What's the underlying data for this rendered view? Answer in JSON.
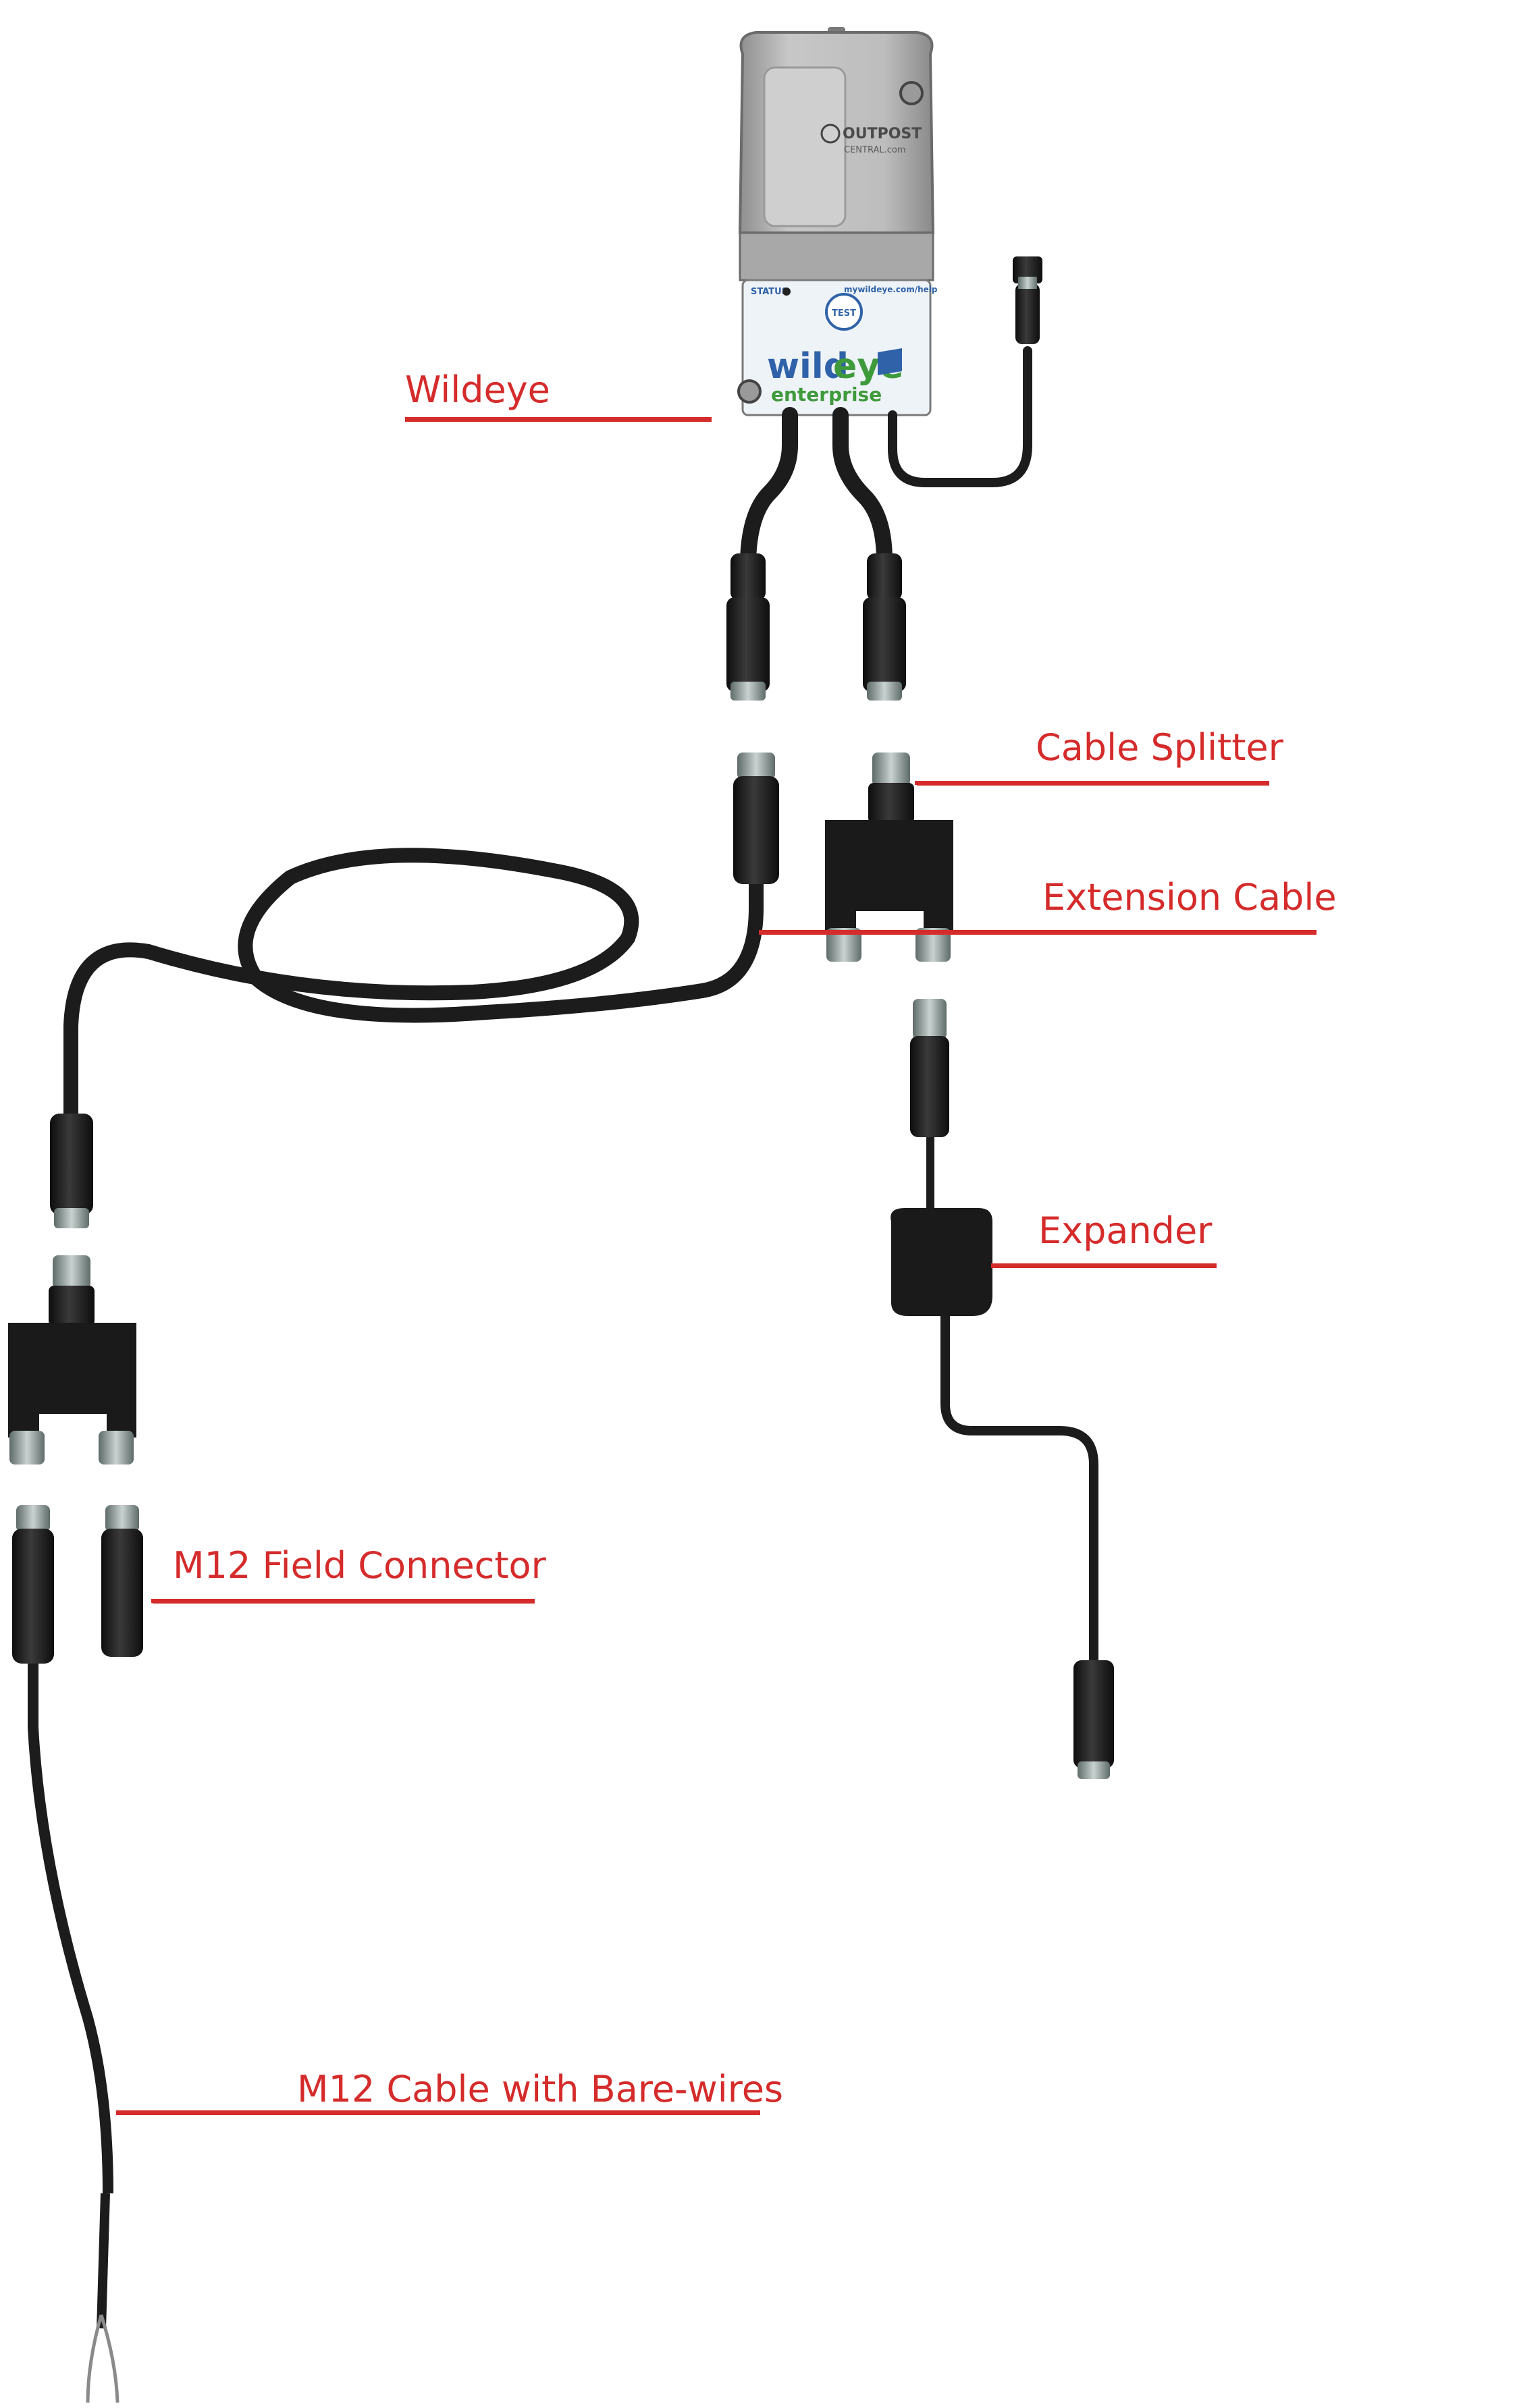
{
  "labels": {
    "wildeye": "Wildeye",
    "cable_splitter": "Cable Splitter",
    "extension_cable": "Extension Cable",
    "expander": "Expander",
    "field_connector": "M12 Field Connector",
    "bare_wires": "M12 Cable with Bare-wires"
  },
  "device": {
    "brand_word_1": "wild",
    "brand_word_2": "eye",
    "brand_sub": "enterprise",
    "status_label": "STATUS",
    "test_label": "TEST",
    "help_url": "mywildeye.com/help",
    "maker_logo": "OUTPOST",
    "maker_sub": "CENTRAL.com"
  },
  "colors": {
    "label_red": "#d52b2b",
    "cable_black": "#1c1c1c",
    "enclosure_grey": "#b9b9b9",
    "panel_blue_white": "#eef3f8",
    "brand_blue": "#2f62a8",
    "brand_green": "#3f9a3b",
    "thread_silver": "#9aa6a4"
  }
}
